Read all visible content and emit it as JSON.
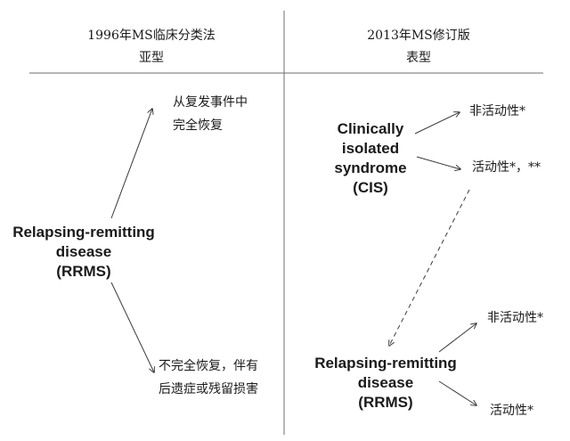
{
  "header": {
    "left_line1": "1996年MS临床分类法",
    "left_line2": "亚型",
    "right_line1": "2013年MS修订版",
    "right_line2": "表型"
  },
  "left": {
    "rrms": {
      "line1": "Relapsing-remitting",
      "line2": "disease",
      "line3": "(RRMS)"
    },
    "outcome_full": {
      "line1": "从复发事件中",
      "line2": "完全恢复"
    },
    "outcome_partial": {
      "line1": "不完全恢复，伴有",
      "line2": "后遗症或残留损害"
    }
  },
  "right": {
    "cis": {
      "line1": "Clinically",
      "line2": "isolated",
      "line3": "syndrome",
      "line4": "(CIS)"
    },
    "cis_inactive": "非活动性*",
    "cis_active": "活动性*，**",
    "rrms": {
      "line1": "Relapsing-remitting",
      "line2": "disease",
      "line3": "(RRMS)"
    },
    "rrms_inactive": "非活动性*",
    "rrms_active": "活动性*"
  },
  "colors": {
    "ink": "#1a1a1a",
    "rule": "#6e6e6e",
    "arrow": "#3a3a3a"
  }
}
